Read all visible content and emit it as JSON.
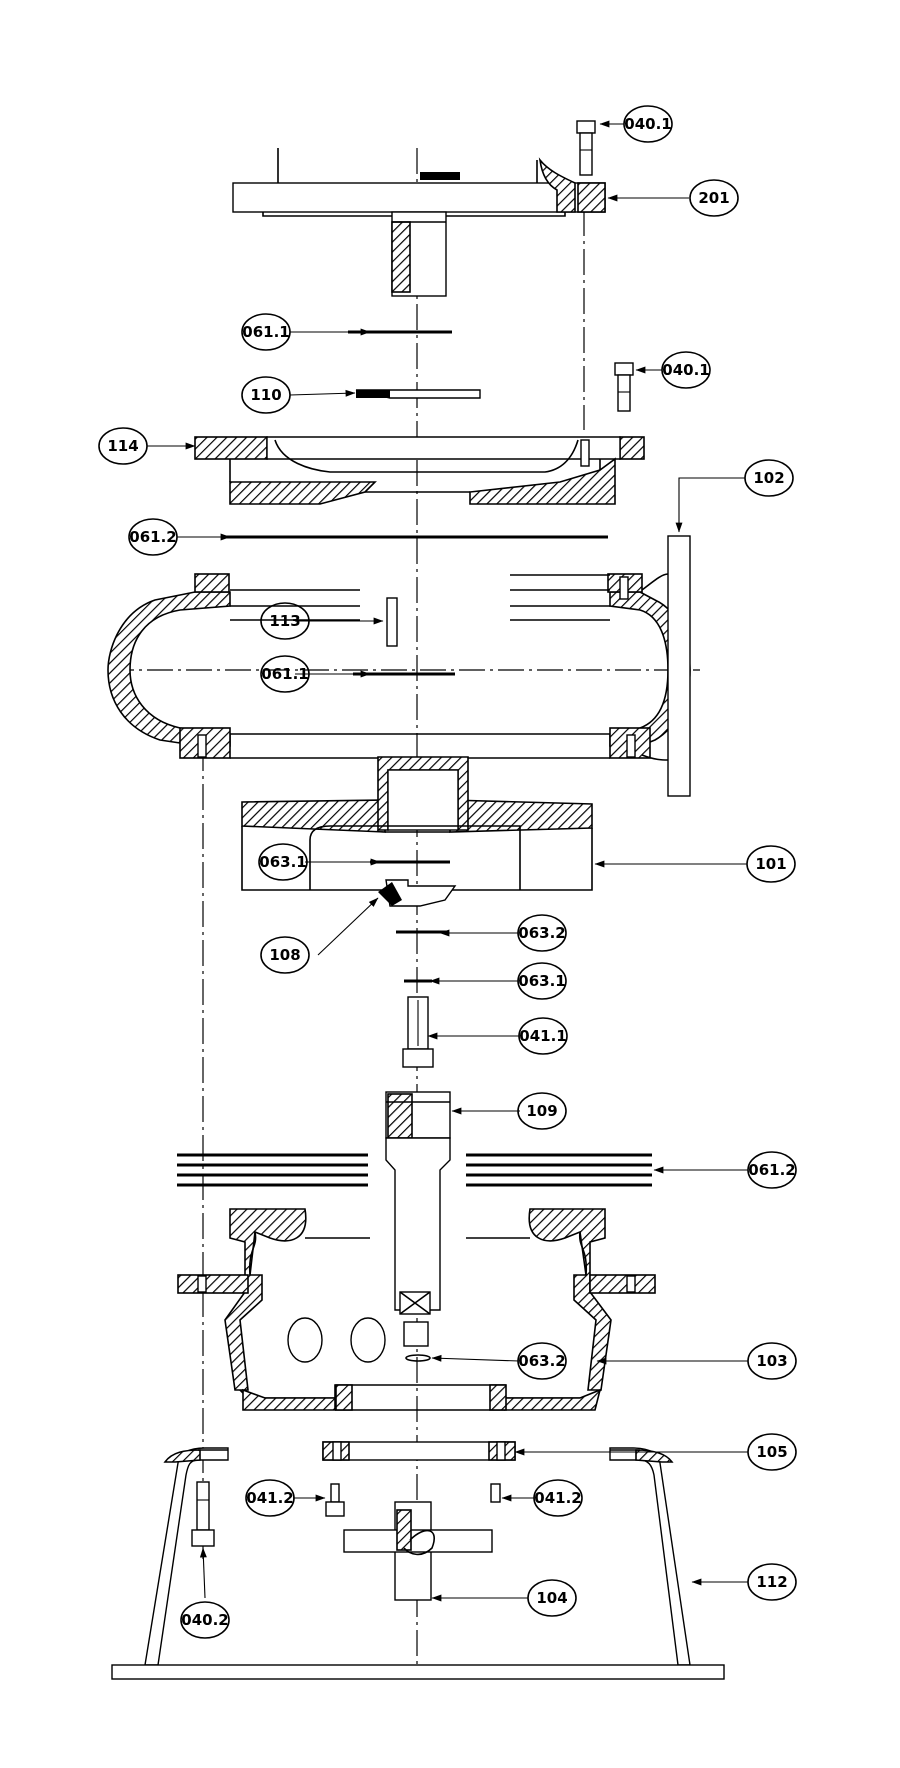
{
  "callouts": {
    "c0401a": "040.1",
    "c201": "201",
    "c0611a": "061.1",
    "c0401b": "040.1",
    "c110": "110",
    "c114": "114",
    "c102": "102",
    "c0612a": "061.2",
    "c113": "113",
    "c0611b": "061.1",
    "c101": "101",
    "c0631a": "063.1",
    "c108": "108",
    "c0632a": "063.2",
    "c0631b": "063.1",
    "c0411": "041.1",
    "c109": "109",
    "c0612b": "061.2",
    "c103": "103",
    "c0632b": "063.2",
    "c105": "105",
    "c0412a": "041.2",
    "c0412b": "041.2",
    "c112": "112",
    "c104": "104",
    "c0402": "040.2"
  }
}
